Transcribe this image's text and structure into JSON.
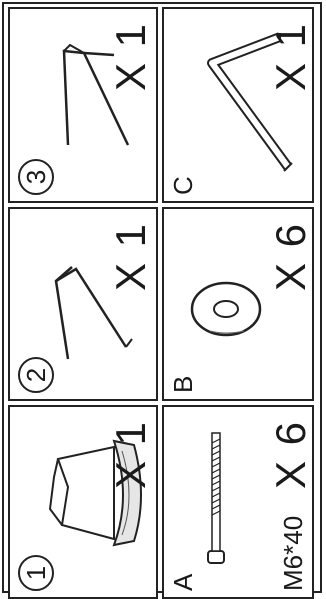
{
  "parts": [
    {
      "number": "1",
      "quantity": "X 1",
      "icon": "seat-icon"
    },
    {
      "number": "2",
      "quantity": "X 1",
      "icon": "front-leg-frame-icon"
    },
    {
      "number": "3",
      "quantity": "X 1",
      "icon": "rear-leg-frame-icon"
    }
  ],
  "hardware": [
    {
      "letter": "A",
      "spec": "M6*40",
      "quantity": "X 6",
      "icon": "bolt-icon"
    },
    {
      "letter": "B",
      "quantity": "X 6",
      "icon": "washer-icon"
    },
    {
      "letter": "C",
      "quantity": "X 1",
      "icon": "allen-key-icon"
    }
  ]
}
